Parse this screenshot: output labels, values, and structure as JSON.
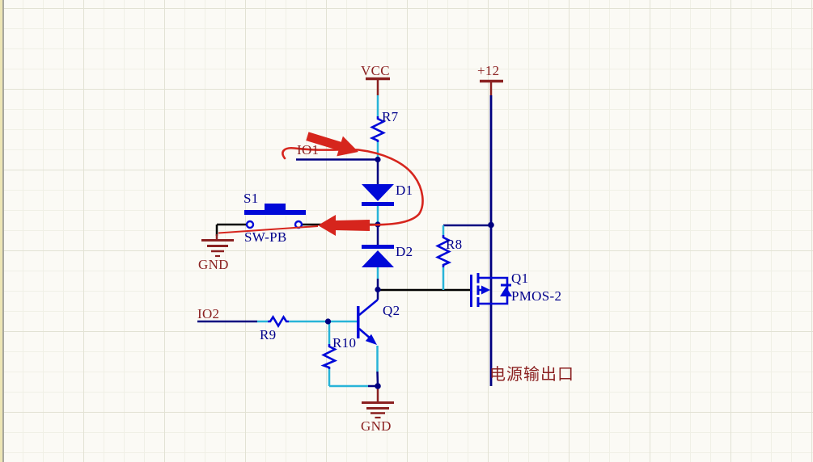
{
  "canvas": {
    "type": "schematic-sheet"
  },
  "texts": {
    "vcc": "VCC",
    "p12": "+12",
    "r7": "R7",
    "io1": "IO1",
    "d1": "D1",
    "s1": "S1",
    "sw_pb": "SW-PB",
    "gnd_left": "GND",
    "d2": "D2",
    "r8": "R8",
    "q1": "Q1",
    "pmos2": "PMOS-2",
    "io2": "IO2",
    "r9": "R9",
    "q2": "Q2",
    "r10": "R10",
    "gnd_bottom": "GND",
    "output_port": "电源输出口"
  },
  "power_ports": [
    {
      "name": "VCC"
    },
    {
      "name": "+12"
    }
  ],
  "ground_ports": [
    {
      "name": "GND"
    },
    {
      "name": "GND"
    }
  ],
  "net_labels": [
    {
      "name": "IO1"
    },
    {
      "name": "IO2"
    }
  ],
  "components": [
    {
      "designator": "R7",
      "kind": "resistor"
    },
    {
      "designator": "D1",
      "kind": "diode"
    },
    {
      "designator": "D2",
      "kind": "diode"
    },
    {
      "designator": "S1",
      "part": "SW-PB",
      "kind": "pushbutton-switch"
    },
    {
      "designator": "R8",
      "kind": "resistor"
    },
    {
      "designator": "Q1",
      "part": "PMOS-2",
      "kind": "p-channel-mosfet"
    },
    {
      "designator": "R9",
      "kind": "resistor"
    },
    {
      "designator": "R10",
      "kind": "resistor"
    },
    {
      "designator": "Q2",
      "kind": "npn-transistor"
    }
  ],
  "annotations": {
    "output_port_label": "电源输出口",
    "red_arrows": [
      {
        "name": "arrow-to-io1-node",
        "direction": "down-right"
      },
      {
        "name": "arrow-to-switch-node",
        "direction": "left"
      }
    ]
  },
  "colors": {
    "background": "#fbfaf5",
    "grid_minor": "#f0f0e6",
    "grid_major": "#e2e2d4",
    "wire_navy": "#000080",
    "wire_cyan": "#28b4d8",
    "wire_black": "#000000",
    "device_blue": "#0009d8",
    "label_navy": "#00008b",
    "power_maroon": "#8b2121",
    "annotation_red": "#d6251d"
  }
}
